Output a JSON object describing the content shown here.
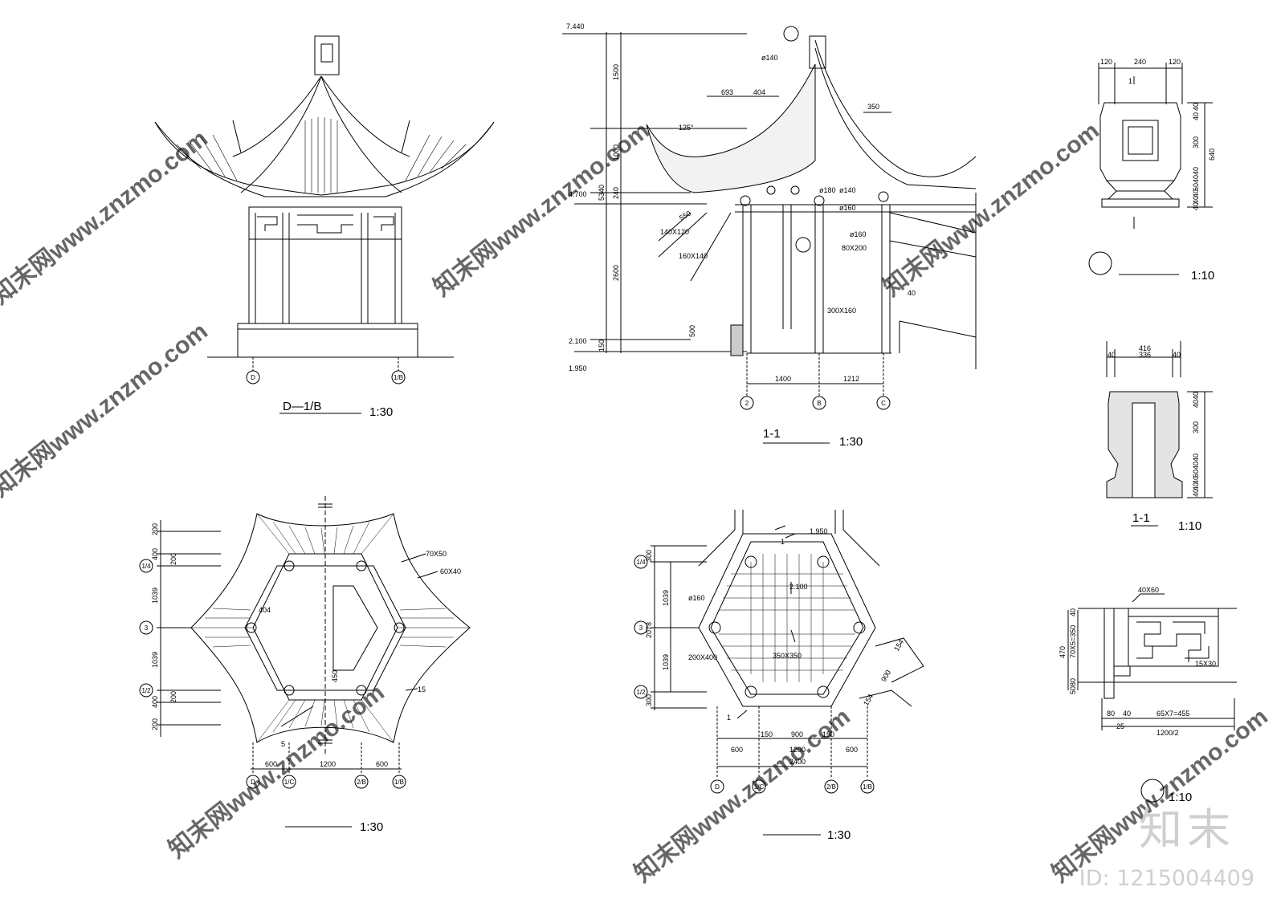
{
  "elevation": {
    "title": "D—1/B",
    "scale": "1:30",
    "axes": [
      "D",
      "1/B"
    ]
  },
  "section": {
    "title": "1-1",
    "scale": "1:30",
    "axes": [
      "2",
      "B",
      "C"
    ],
    "levels": [
      "7.440",
      "4.700",
      "2.100",
      "1.950"
    ],
    "vertical_dims": [
      "1500",
      "1000",
      "240",
      "5340",
      "2600",
      "150",
      "500"
    ],
    "horizontal_dims": [
      "693",
      "404",
      "350",
      "1400",
      "1212"
    ],
    "angle": "125°",
    "labels": [
      "ø140",
      "ø180",
      "ø140",
      "ø160",
      "ø160",
      "80X200",
      "140X120",
      "160X140",
      "550",
      "300X160",
      "40"
    ]
  },
  "finial": {
    "scale": "1:10",
    "top_dims": [
      "120",
      "240",
      "120"
    ],
    "right_dims": [
      "40",
      "40",
      "300",
      "40",
      "40",
      "60",
      "40",
      "40",
      "40",
      "640"
    ],
    "marker": "1"
  },
  "finial_section": {
    "title": "1-1",
    "scale": "1:10",
    "top_dims": [
      "416",
      "40",
      "336",
      "40"
    ],
    "right_dims": [
      "40",
      "40",
      "300",
      "40",
      "40",
      "60",
      "40",
      "40",
      "40"
    ]
  },
  "roof_plan": {
    "scale": "1:30",
    "left_dims": [
      "200",
      "400",
      "200",
      "1039",
      "1039",
      "200",
      "400",
      "200"
    ],
    "bottom_dims": [
      "600",
      "1200",
      "600"
    ],
    "axes_bottom": [
      "D",
      "1/C",
      "2/B",
      "1/B"
    ],
    "axes_left": [
      "1/4",
      "3",
      "1/2"
    ],
    "labels": [
      "70X50",
      "60X40",
      "404",
      "450",
      "15",
      "5"
    ]
  },
  "floor_plan": {
    "scale": "1:30",
    "left_dims": [
      "300",
      "1039",
      "2078",
      "1039",
      "300"
    ],
    "bottom_dims": [
      "600",
      "150",
      "900",
      "150",
      "600",
      "1200",
      "2400"
    ],
    "axes_bottom": [
      "D",
      "1/C",
      "2/B",
      "1/B"
    ],
    "axes_left": [
      "1/4",
      "3",
      "1/2"
    ],
    "levels": [
      "1.950",
      "2.100"
    ],
    "labels": [
      "ø160",
      "200X400",
      "350X350",
      "154",
      "900",
      "154"
    ],
    "markers": [
      "1",
      "1"
    ]
  },
  "railing": {
    "scale": "1:10",
    "top": "40X60",
    "left_dims": [
      "40",
      "70X5=350",
      "80",
      "50",
      "470"
    ],
    "bottom_dims": [
      "80",
      "40",
      "65X7=455",
      "25",
      "1200/2"
    ],
    "label": "15X30"
  },
  "watermark": {
    "text": "知末网www.znzmo.com",
    "logo": "知末",
    "id": "ID: 1215004409"
  }
}
